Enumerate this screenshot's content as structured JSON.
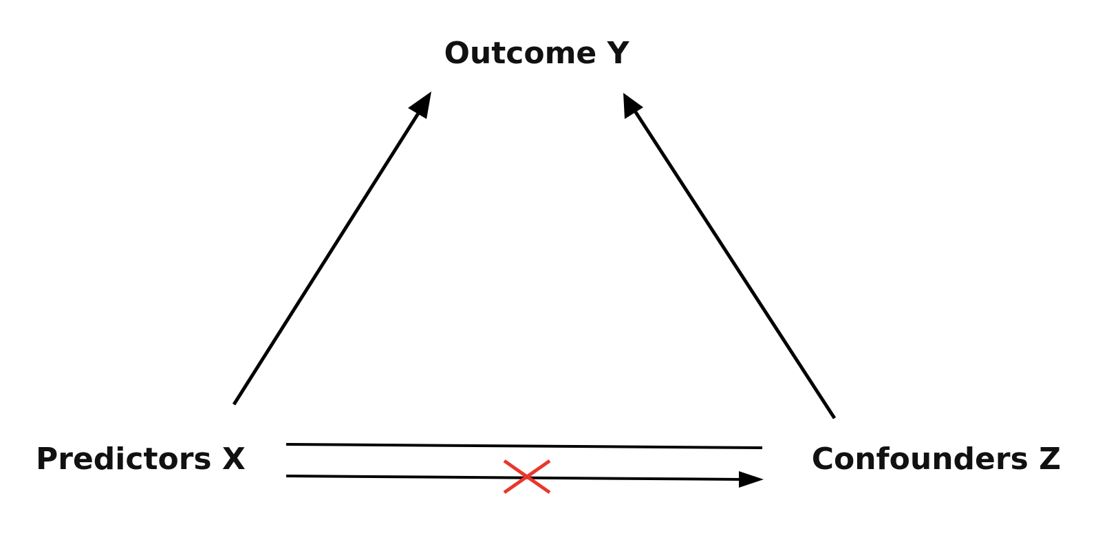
{
  "nodes": {
    "outcome": {
      "label": "Outcome Y"
    },
    "predictors": {
      "label": "Predictors X"
    },
    "confounders": {
      "label": "Confounders Z"
    }
  },
  "colors": {
    "text": "#111111",
    "edge": "#000000",
    "blocked_mark": "#e8372c"
  },
  "edges": [
    {
      "from": "predictors",
      "to": "outcome",
      "directed": true
    },
    {
      "from": "confounders",
      "to": "outcome",
      "directed": true
    },
    {
      "from": "predictors",
      "to": "confounders",
      "directed": false
    },
    {
      "from": "predictors",
      "to": "confounders",
      "directed": true,
      "blocked": true
    }
  ]
}
